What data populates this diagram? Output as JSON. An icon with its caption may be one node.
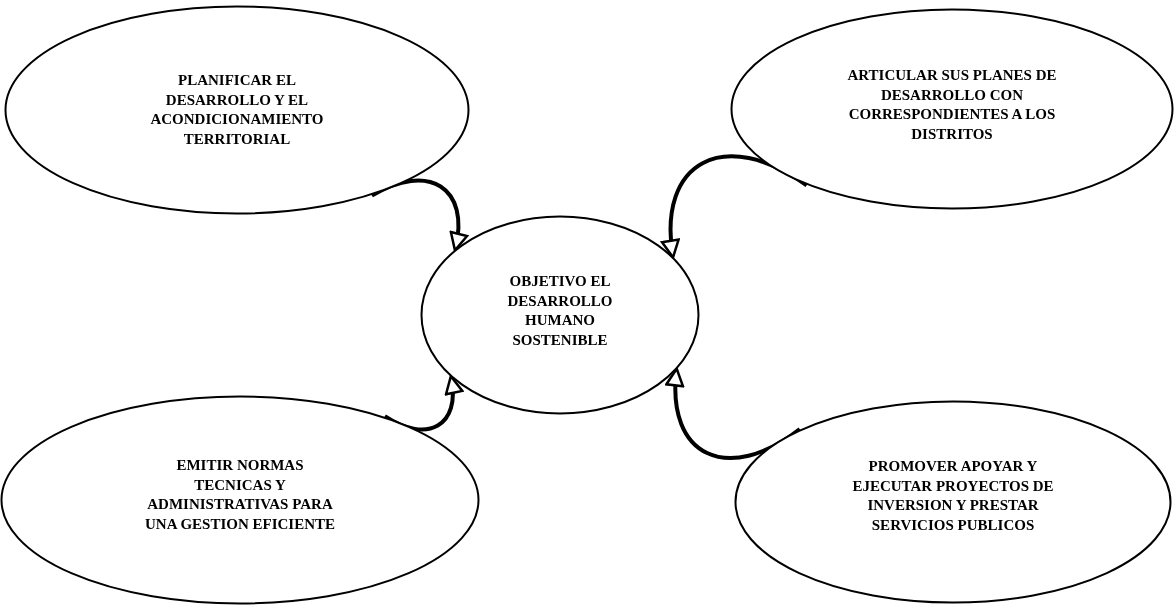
{
  "diagram": {
    "nodes": [
      {
        "text": [
          "PLANIFICAR EL DESARROLLO Y EL ACONDICIONAMIENTO TERRITORIAL"
        ]
      },
      {
        "text": [
          "ARTICULAR SUS PLANES DE DESARROLLO CON CORRESPONDIENTES A LOS DISTRITOS"
        ]
      },
      {
        "text": [
          "OBJETIVO EL DESARROLLO HUMANO SOSTENIBLE"
        ]
      },
      {
        "text": [
          "EMITIR NORMAS TECNICAS Y ADMINISTRATIVAS PARA UNA GESTION EFICIENTE"
        ]
      },
      {
        "text": [
          "PROMOVER APOYAR Y EJECUTAR PROYECTOS DE INVERSION Y PRESTAR SERVICIOS PUBLICOS"
        ]
      }
    ],
    "edges": [
      {
        "from": 0,
        "to": 2,
        "arrow": "to"
      },
      {
        "from": 1,
        "to": 2,
        "arrow": "to"
      },
      {
        "from": 3,
        "to": 2,
        "arrow": "to"
      },
      {
        "from": 4,
        "to": 2,
        "arrow": "to"
      }
    ]
  }
}
